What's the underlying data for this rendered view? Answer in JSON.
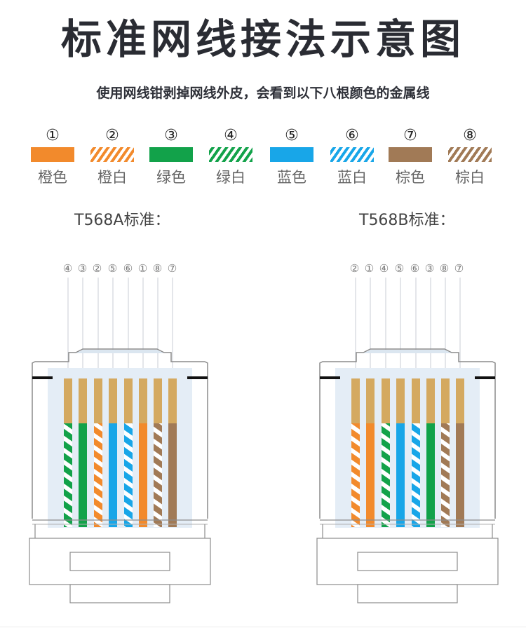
{
  "header": {
    "title": "标准网线接法示意图",
    "subtitle": "使用网线钳剥掉网线外皮，会看到以下八根颜色的金属线"
  },
  "colors": {
    "orange": "#f28a2c",
    "green": "#12a24a",
    "blue": "#18a6e8",
    "brown": "#a17a56",
    "copper": "#d4a960",
    "white": "#ffffff",
    "body_outline": "#8c8c8c",
    "inner_fill": "#e4edf6",
    "latch_bar": "#111111"
  },
  "legend": {
    "items": [
      {
        "num": "①",
        "label": "橙色",
        "color": "#f28a2c",
        "striped": false
      },
      {
        "num": "②",
        "label": "橙白",
        "color": "#f28a2c",
        "striped": true
      },
      {
        "num": "③",
        "label": "绿色",
        "color": "#12a24a",
        "striped": false
      },
      {
        "num": "④",
        "label": "绿白",
        "color": "#12a24a",
        "striped": true
      },
      {
        "num": "⑤",
        "label": "蓝色",
        "color": "#18a6e8",
        "striped": false
      },
      {
        "num": "⑥",
        "label": "蓝白",
        "color": "#18a6e8",
        "striped": true
      },
      {
        "num": "⑦",
        "label": "棕色",
        "color": "#a17a56",
        "striped": false
      },
      {
        "num": "⑧",
        "label": "棕白",
        "color": "#a17a56",
        "striped": true
      }
    ]
  },
  "standards": [
    {
      "title": "T568A标准：",
      "pin_order": [
        "④",
        "③",
        "②",
        "⑤",
        "⑥",
        "①",
        "⑧",
        "⑦"
      ],
      "wires": [
        {
          "color": "#12a24a",
          "striped": true
        },
        {
          "color": "#12a24a",
          "striped": false
        },
        {
          "color": "#f28a2c",
          "striped": true
        },
        {
          "color": "#18a6e8",
          "striped": false
        },
        {
          "color": "#18a6e8",
          "striped": true
        },
        {
          "color": "#f28a2c",
          "striped": false
        },
        {
          "color": "#a17a56",
          "striped": true
        },
        {
          "color": "#a17a56",
          "striped": false
        }
      ]
    },
    {
      "title": "T568B标准：",
      "pin_order": [
        "②",
        "①",
        "④",
        "⑤",
        "⑥",
        "③",
        "⑧",
        "⑦"
      ],
      "wires": [
        {
          "color": "#f28a2c",
          "striped": true
        },
        {
          "color": "#f28a2c",
          "striped": false
        },
        {
          "color": "#12a24a",
          "striped": true
        },
        {
          "color": "#18a6e8",
          "striped": false
        },
        {
          "color": "#18a6e8",
          "striped": true
        },
        {
          "color": "#12a24a",
          "striped": false
        },
        {
          "color": "#a17a56",
          "striped": true
        },
        {
          "color": "#a17a56",
          "striped": false
        }
      ]
    }
  ]
}
